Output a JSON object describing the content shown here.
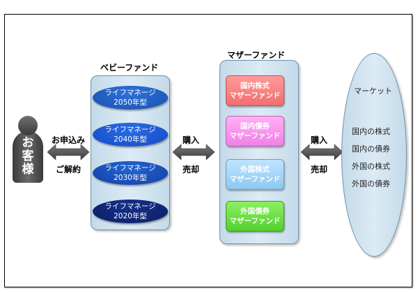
{
  "customer": {
    "label_chars": [
      "お",
      "客",
      "様"
    ]
  },
  "left_arrow": {
    "top_label": "お申込み",
    "bottom_label": "ご解約"
  },
  "baby_fund": {
    "title": "ベビーファンド",
    "items": [
      {
        "line1": "ライフマネージ",
        "line2": "2050年型"
      },
      {
        "line1": "ライフマネージ",
        "line2": "2040年型"
      },
      {
        "line1": "ライフマネージ",
        "line2": "2030年型"
      },
      {
        "line1": "ライフマネージ",
        "line2": "2020年型"
      }
    ]
  },
  "mid_arrow": {
    "top_label": "購入",
    "bottom_label": "売却"
  },
  "mother_fund": {
    "title": "マザーファンド",
    "items": [
      {
        "line1": "国内株式",
        "line2": "マザーファンド",
        "color": "#f07070"
      },
      {
        "line1": "国内債券",
        "line2": "マザーファンド",
        "color": "#f080e6"
      },
      {
        "line1": "外国株式",
        "line2": "マザーファンド",
        "color": "#8fc8f0"
      },
      {
        "line1": "外国債券",
        "line2": "マザーファンド",
        "color": "#52d030"
      }
    ]
  },
  "right_arrow": {
    "top_label": "購入",
    "bottom_label": "売却"
  },
  "market": {
    "title": "マーケット",
    "items": [
      "国内の株式",
      "国内の債券",
      "外国の株式",
      "外国の債券"
    ]
  }
}
